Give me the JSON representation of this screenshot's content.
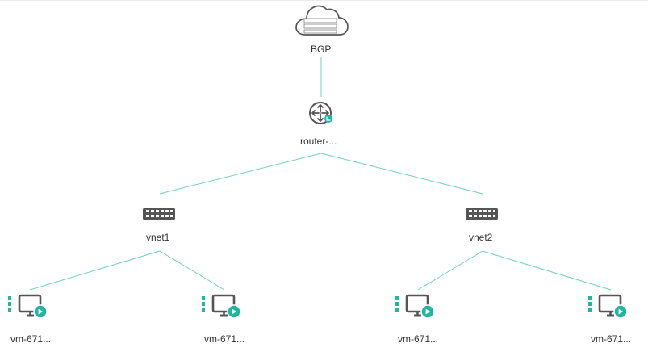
{
  "colors": {
    "link": "#6fd0c1",
    "accent": "#1fb59f",
    "icon_dark": "#555555",
    "icon_light": "#999999"
  },
  "topology": {
    "bgp": {
      "label": "BGP",
      "icon": "cloud-icon"
    },
    "router": {
      "label": "router-...",
      "icon": "router-icon",
      "status": "active"
    },
    "networks": [
      {
        "label": "vnet1",
        "icon": "switch-icon"
      },
      {
        "label": "vnet2",
        "icon": "switch-icon"
      }
    ],
    "vms": [
      {
        "label": "vm-671...",
        "icon": "monitor-icon",
        "status": "running"
      },
      {
        "label": "vm-671...",
        "icon": "monitor-icon",
        "status": "running"
      },
      {
        "label": "vm-671...",
        "icon": "monitor-icon",
        "status": "running"
      },
      {
        "label": "vm-671...",
        "icon": "monitor-icon",
        "status": "running"
      }
    ]
  }
}
